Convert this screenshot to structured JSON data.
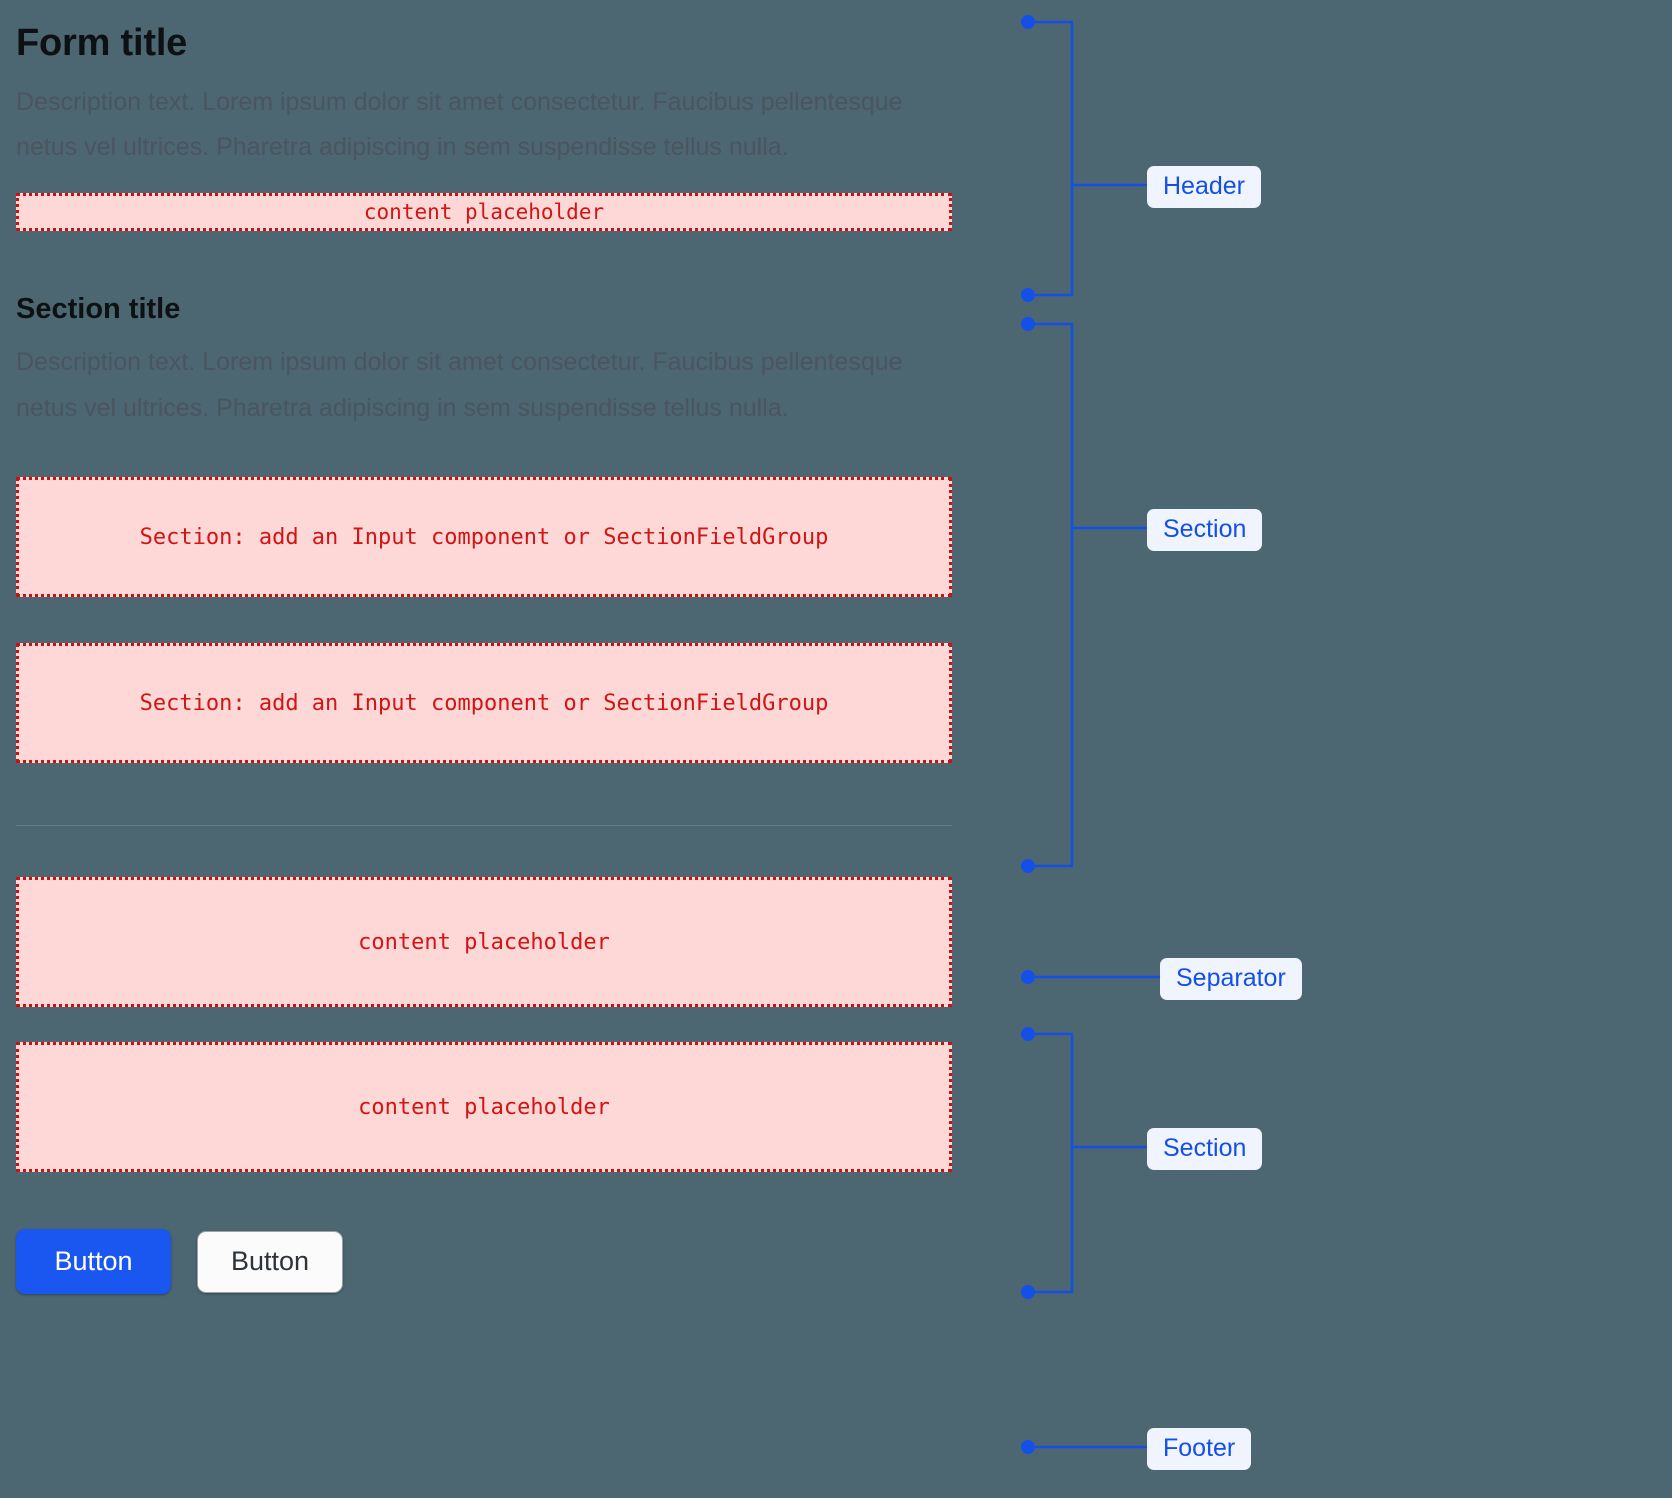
{
  "theme": {
    "background": "#4C6771",
    "placeholder_fill": "#FDD8D6",
    "placeholder_border": "#CC1111",
    "placeholder_text": "#D11414",
    "annotation_blue": "#1450E8",
    "badge_background": "#EFF4FE",
    "primary_button": "#1A56F0",
    "separator": "#67787F",
    "title_color": "#0E1114",
    "description_color": "#4A555F"
  },
  "header": {
    "title": "Form title",
    "description": "Description text. Lorem ipsum dolor sit amet consectetur. Faucibus pellentesque netus vel ultrices. Pharetra adipiscing in sem suspendisse tellus nulla.",
    "placeholder": "content placeholder"
  },
  "section_one": {
    "title": "Section title",
    "description": "Description text. Lorem ipsum dolor sit amet consectetur. Faucibus pellentesque netus vel ultrices. Pharetra adipiscing in sem suspendisse tellus nulla.",
    "placeholder_a": "Section: add an Input component or SectionFieldGroup",
    "placeholder_b": "Section: add an Input component or SectionFieldGroup"
  },
  "section_two": {
    "placeholder_a": "content placeholder",
    "placeholder_b": "content placeholder"
  },
  "footer": {
    "primary_label": "Button",
    "secondary_label": "Button"
  },
  "annotations": {
    "header": "Header",
    "section_one": "Section",
    "separator": "Separator",
    "section_two": "Section",
    "footer": "Footer"
  }
}
